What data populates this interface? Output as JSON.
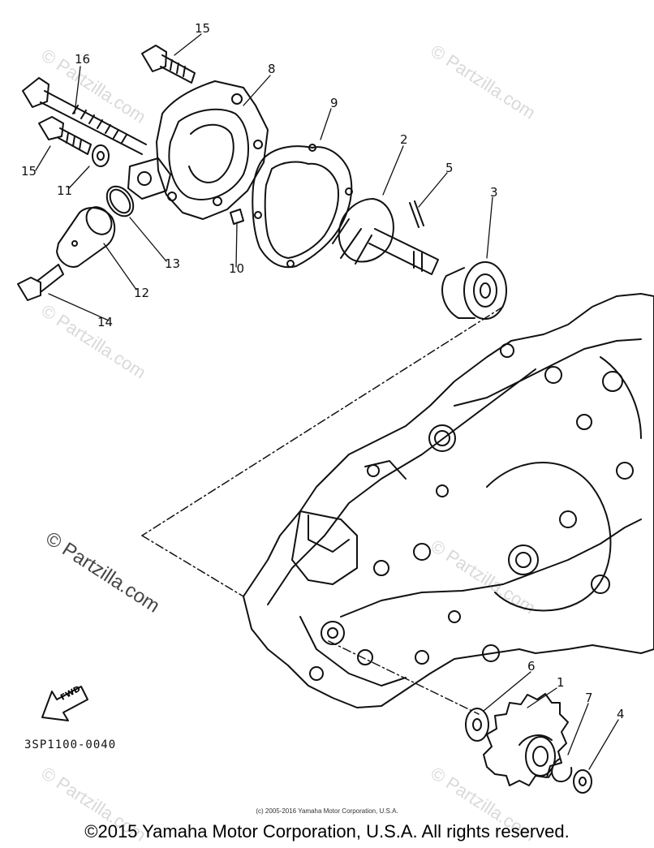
{
  "callouts": {
    "c1": "1",
    "c2": "2",
    "c3": "3",
    "c4": "4",
    "c5": "5",
    "c6": "6",
    "c7": "7",
    "c8": "8",
    "c9": "9",
    "c10": "10",
    "c11": "11",
    "c12": "12",
    "c13": "13",
    "c14": "14",
    "c15a": "15",
    "c15b": "15",
    "c16": "16"
  },
  "watermark": {
    "main": "© Partzilla.com",
    "repeat": "© Partzilla.com"
  },
  "fwd_label": "FWD",
  "part_code": "3SP1100-0040",
  "small_copyright": "(c) 2005-2016 Yamaha Motor Corporation, U.S.A.",
  "footer_copyright": "©2015 Yamaha Motor Corporation, U.S.A. All rights reserved.",
  "colors": {
    "line": "#111111",
    "watermark": "#d9d9d9",
    "background": "#ffffff"
  }
}
